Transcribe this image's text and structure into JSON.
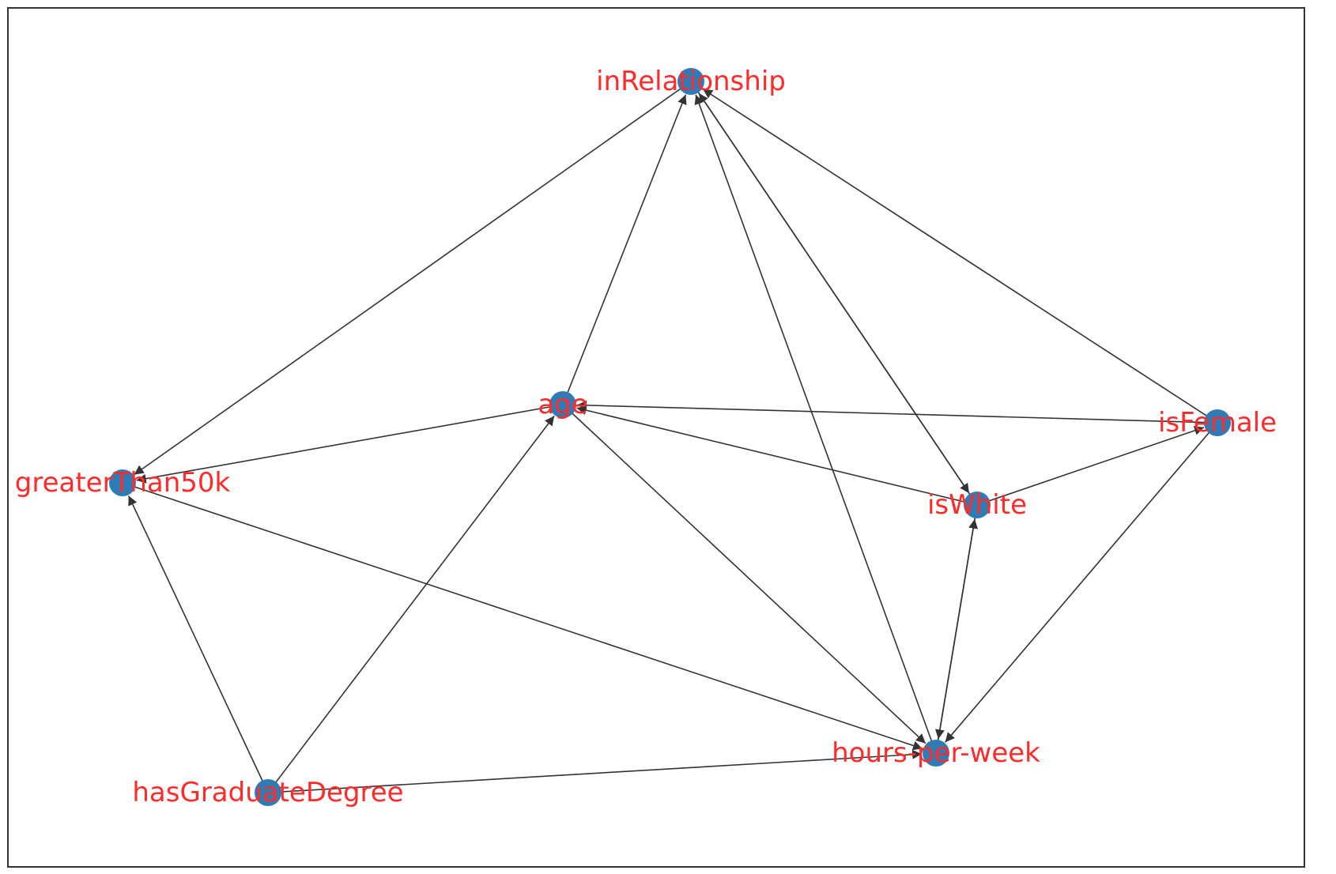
{
  "graph": {
    "node_color": "#2f7bb5",
    "label_color": "#ff2a2a",
    "edge_color": "#333333",
    "nodes": [
      {
        "id": "inRelationship",
        "label": "inRelationship"
      },
      {
        "id": "age",
        "label": "age"
      },
      {
        "id": "isFemale",
        "label": "isFemale"
      },
      {
        "id": "greaterThan50k",
        "label": "greaterThan50k"
      },
      {
        "id": "isWhite",
        "label": "isWhite"
      },
      {
        "id": "hours-per-week",
        "label": "hours-per-week"
      },
      {
        "id": "hasGraduateDegree",
        "label": "hasGraduateDegree"
      }
    ],
    "edges": [
      {
        "from": "inRelationship",
        "to": "greaterThan50k"
      },
      {
        "from": "age",
        "to": "inRelationship"
      },
      {
        "from": "hours-per-week",
        "to": "inRelationship"
      },
      {
        "from": "isWhite",
        "to": "inRelationship"
      },
      {
        "from": "inRelationship",
        "to": "isWhite"
      },
      {
        "from": "isFemale",
        "to": "inRelationship"
      },
      {
        "from": "age",
        "to": "greaterThan50k"
      },
      {
        "from": "isFemale",
        "to": "age"
      },
      {
        "from": "isWhite",
        "to": "age"
      },
      {
        "from": "age",
        "to": "hours-per-week"
      },
      {
        "from": "hasGraduateDegree",
        "to": "age"
      },
      {
        "from": "isWhite",
        "to": "isFemale"
      },
      {
        "from": "isFemale",
        "to": "hours-per-week"
      },
      {
        "from": "isWhite",
        "to": "hours-per-week"
      },
      {
        "from": "hours-per-week",
        "to": "isWhite"
      },
      {
        "from": "greaterThan50k",
        "to": "hours-per-week"
      },
      {
        "from": "hasGraduateDegree",
        "to": "greaterThan50k"
      },
      {
        "from": "hasGraduateDegree",
        "to": "hours-per-week"
      }
    ]
  }
}
